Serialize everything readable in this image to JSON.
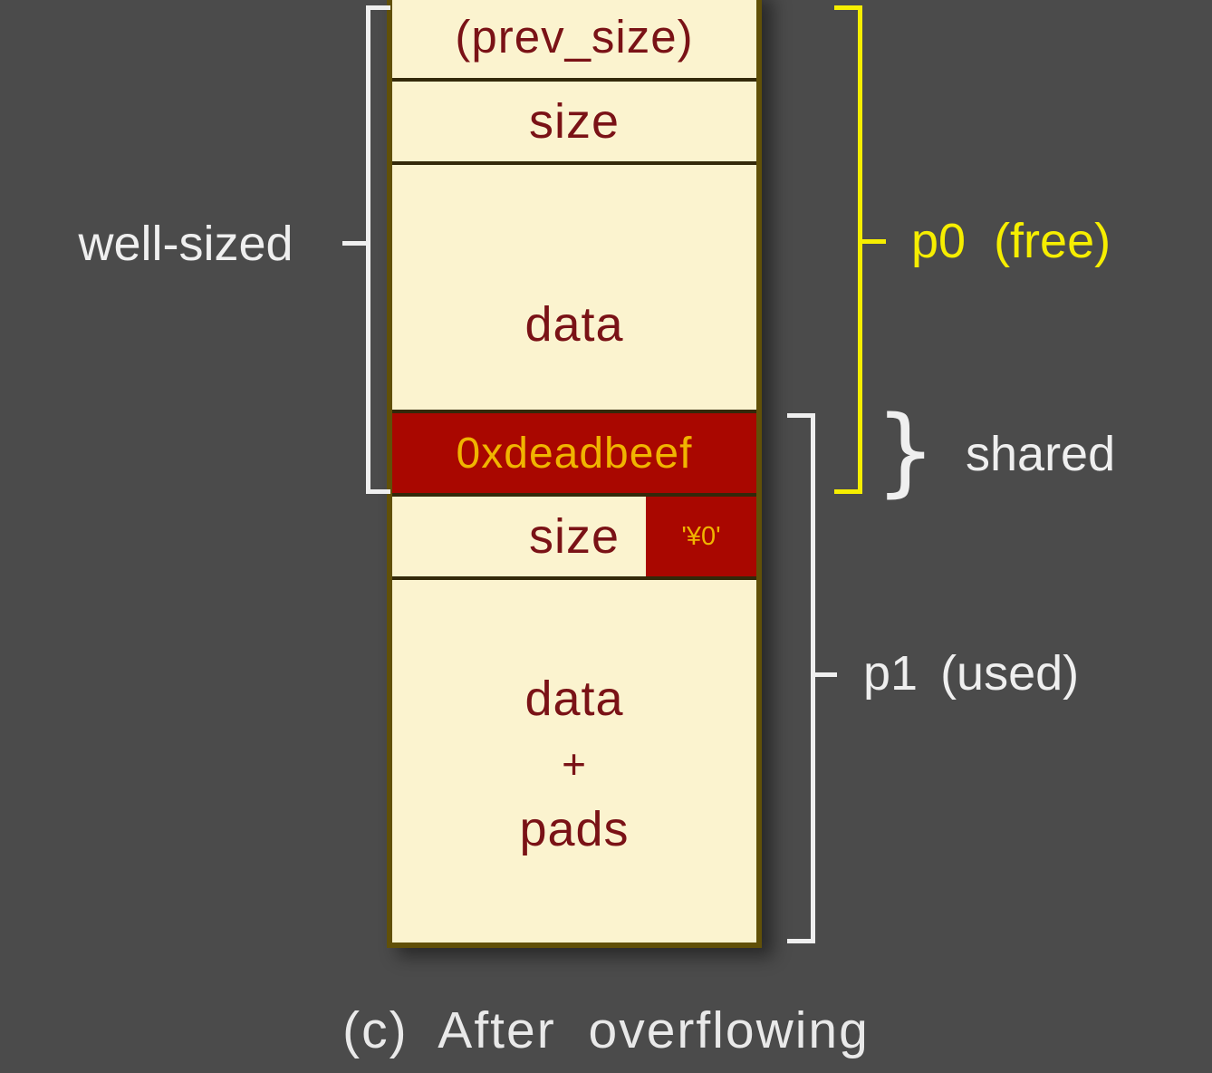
{
  "colors": {
    "background": "#4b4b4b",
    "chunk_fill": "#fbf3cf",
    "chunk_border": "#615008",
    "chunk_text": "#7a1216",
    "overflow_fill": "#a90700",
    "overflow_text": "#f0b400",
    "bracket_yellow": "#f6ee00",
    "bracket_white": "#efefef",
    "caption_text": "#e9e9e9"
  },
  "cells": {
    "prev_size": "(prev_size)",
    "size0": "size",
    "data0": "data",
    "overflow": "0xdeadbeef",
    "size1": "size",
    "null_byte": "'¥0'",
    "data1_lines": [
      "data",
      "+",
      "pads"
    ]
  },
  "labels": {
    "well_sized": "well-sized",
    "p0": "p0 (free)",
    "shared": "shared",
    "p1": "p1 (used)",
    "shared_brace": "}"
  },
  "caption": "(c) After overflowing"
}
